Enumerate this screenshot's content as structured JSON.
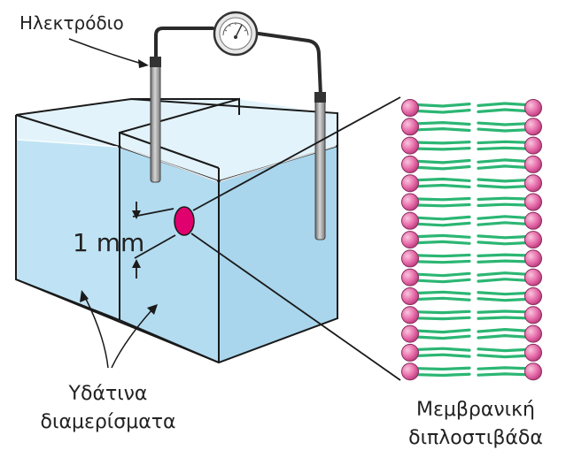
{
  "labels": {
    "electrode": "Ηλεκτρόδιο",
    "distance": "1 mm",
    "compartments_line1": "Υδάτινα",
    "compartments_line2": "διαμερίσματα",
    "bilayer_line1": "Μεμβρανική",
    "bilayer_line2": "διπλοστιβάδα"
  },
  "colors": {
    "water": "#bfe3f4",
    "water_surface": "#dff2fb",
    "tank_edge": "#1a1a1a",
    "membrane_hole": "#e0006e",
    "lipid_head": "#e66aa8",
    "lipid_tail": "#2bb673",
    "electrode": "#9a9a9a"
  },
  "icons": {
    "meter": "voltmeter-dial-icon"
  }
}
